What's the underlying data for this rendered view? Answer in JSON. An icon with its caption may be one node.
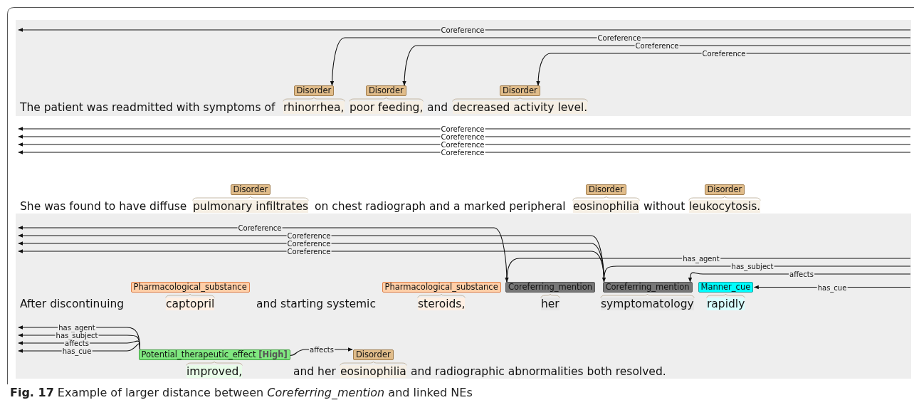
{
  "diagram": {
    "caption": "**Fig. 17** Example of larger distance between *Coreferring_mention* and linked NEs",
    "nodes": [
      {
        "text": [
          "Disorder"
        ],
        "beside": [
          "rhinorrhea,"
        ]
      },
      {
        "text": [
          "Disorder"
        ],
        "beside": [
          "poor feeding,"
        ]
      },
      {
        "text": [
          "Disorder"
        ],
        "beside": [
          "decreased activity level."
        ]
      },
      {
        "text": [
          "Disorder"
        ],
        "beside": [
          "pulmonary infiltrates"
        ]
      },
      {
        "text": [
          "Disorder"
        ],
        "beside": [
          "eosinophilia"
        ]
      },
      {
        "text": [
          "Disorder"
        ],
        "beside": [
          "leukocytosis."
        ]
      },
      {
        "text": [
          "Pharmacological_substance"
        ],
        "beside": [
          "captopril"
        ]
      },
      {
        "text": [
          "Pharmacological_substance"
        ],
        "beside": [
          "steroids,"
        ]
      },
      {
        "text": [
          "Coreferring_mention"
        ],
        "beside": [
          "her"
        ]
      },
      {
        "text": [
          "Coreferring_mention"
        ],
        "beside": [
          "symptomatology"
        ]
      },
      {
        "text": [
          "Manner_cue"
        ],
        "beside": [
          "rapidly"
        ]
      },
      {
        "text": [
          "Potential_therapeutic_effect **[High]**"
        ],
        "beside": [
          "improved,"
        ]
      },
      {
        "text": [
          "Disorder"
        ],
        "beside": [
          "eosinophilia"
        ]
      }
    ],
    "edges": [
      {
        "from": null,
        "to": 0,
        "arrow": "to",
        "label": "Coreference"
      },
      {
        "from": null,
        "to": 1,
        "arrow": "to",
        "label": "Coreference"
      },
      {
        "from": null,
        "to": 2,
        "arrow": "to",
        "label": "Coreference"
      },
      {
        "from": 8,
        "to": null,
        "arrow": "to",
        "label": "Coreference"
      },
      {
        "from": 9,
        "to": null,
        "arrow": "to",
        "label": "Coreference"
      },
      {
        "from": 9,
        "to": null,
        "arrow": "to",
        "label": "Coreference"
      },
      {
        "from": 9,
        "to": null,
        "arrow": "to",
        "label": "Coreference"
      },
      {
        "from": null,
        "to": 8,
        "arrow": "to",
        "label": "has_agent"
      },
      {
        "from": null,
        "to": 9,
        "arrow": "to",
        "label": "has_subject"
      },
      {
        "from": null,
        "to": 9,
        "arrow": "to",
        "label": "affects"
      },
      {
        "from": null,
        "to": 10,
        "arrow": "to",
        "label": "has_cue"
      },
      {
        "from": 11,
        "to": null,
        "arrow": "to",
        "label": "has_agent"
      },
      {
        "from": 11,
        "to": null,
        "arrow": "to",
        "label": "has_subject"
      },
      {
        "from": 11,
        "to": null,
        "arrow": "to",
        "label": "affects"
      },
      {
        "from": 11,
        "to": null,
        "arrow": "to",
        "label": "has_cue"
      },
      {
        "from": 11,
        "to": 12,
        "arrow": "to",
        "label": "affects"
      }
    ],
    "labels": [
      "Coreference",
      "The patient was readmitted with symptoms of",
      "and",
      "Coreference",
      "Coreference",
      "Coreference",
      "Coreference",
      "She was found to have diffuse",
      "on chest radiograph and a marked peripheral",
      "without",
      "After discontinuing",
      "and starting systemic",
      "and her",
      "and radiographic abnormalities both resolved."
    ]
  }
}
